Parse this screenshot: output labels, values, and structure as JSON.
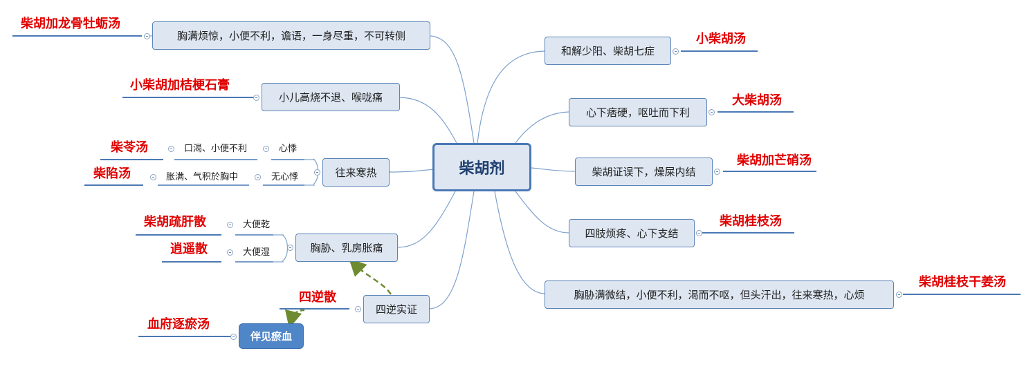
{
  "root": {
    "label": "柴胡剂"
  },
  "right_branches": [
    {
      "symptom": "和解少阳、柴胡七症",
      "formula": "小柴胡汤"
    },
    {
      "symptom": "心下痞硬，呕吐而下利",
      "formula": "大柴胡汤"
    },
    {
      "symptom": "柴胡证误下，燥屎内结",
      "formula": "柴胡加芒硝汤"
    },
    {
      "symptom": "四肢烦疼、心下支结",
      "formula": "柴胡桂枝汤"
    },
    {
      "symptom": "胸胁满微结，小便不利，渴而不呕，但头汗出，往来寒热，心烦",
      "formula": "柴胡桂枝干姜汤"
    }
  ],
  "left_branches": {
    "b1": {
      "symptom": "胸满烦惊，小便不利，谵语，一身尽重，不可转侧",
      "formula": "柴胡加龙骨牡蛎汤"
    },
    "b2": {
      "symptom": "小儿高烧不退、喉咙痛",
      "formula": "小柴胡加桔梗石膏"
    },
    "b3": {
      "symptom": "往来寒热",
      "subs": [
        {
          "condition": "心悸",
          "detail": "口渴、小便不利",
          "formula": "柴苓汤"
        },
        {
          "condition": "无心悸",
          "detail": "胀满、气积於胸中",
          "formula": "柴陷汤"
        }
      ]
    },
    "b4": {
      "symptom": "胸胁、乳房胀痛",
      "subs": [
        {
          "condition": "大便乾",
          "formula": "柴胡疏肝散"
        },
        {
          "condition": "大便湿",
          "formula": "逍遥散"
        }
      ]
    },
    "b5": {
      "symptom": "四逆实证",
      "formula": "四逆散",
      "secondary": {
        "label": "伴见瘀血",
        "formula": "血府逐瘀汤"
      }
    }
  },
  "colors": {
    "node_fill": "#dde6f1",
    "node_border": "#5b84b8",
    "connector": "#7fa2cc",
    "formula_text": "#e00000",
    "formula_underline": "#4a78b5",
    "arrow_dashed": "#6e8b32",
    "highlight_node": "#4f86c8"
  }
}
